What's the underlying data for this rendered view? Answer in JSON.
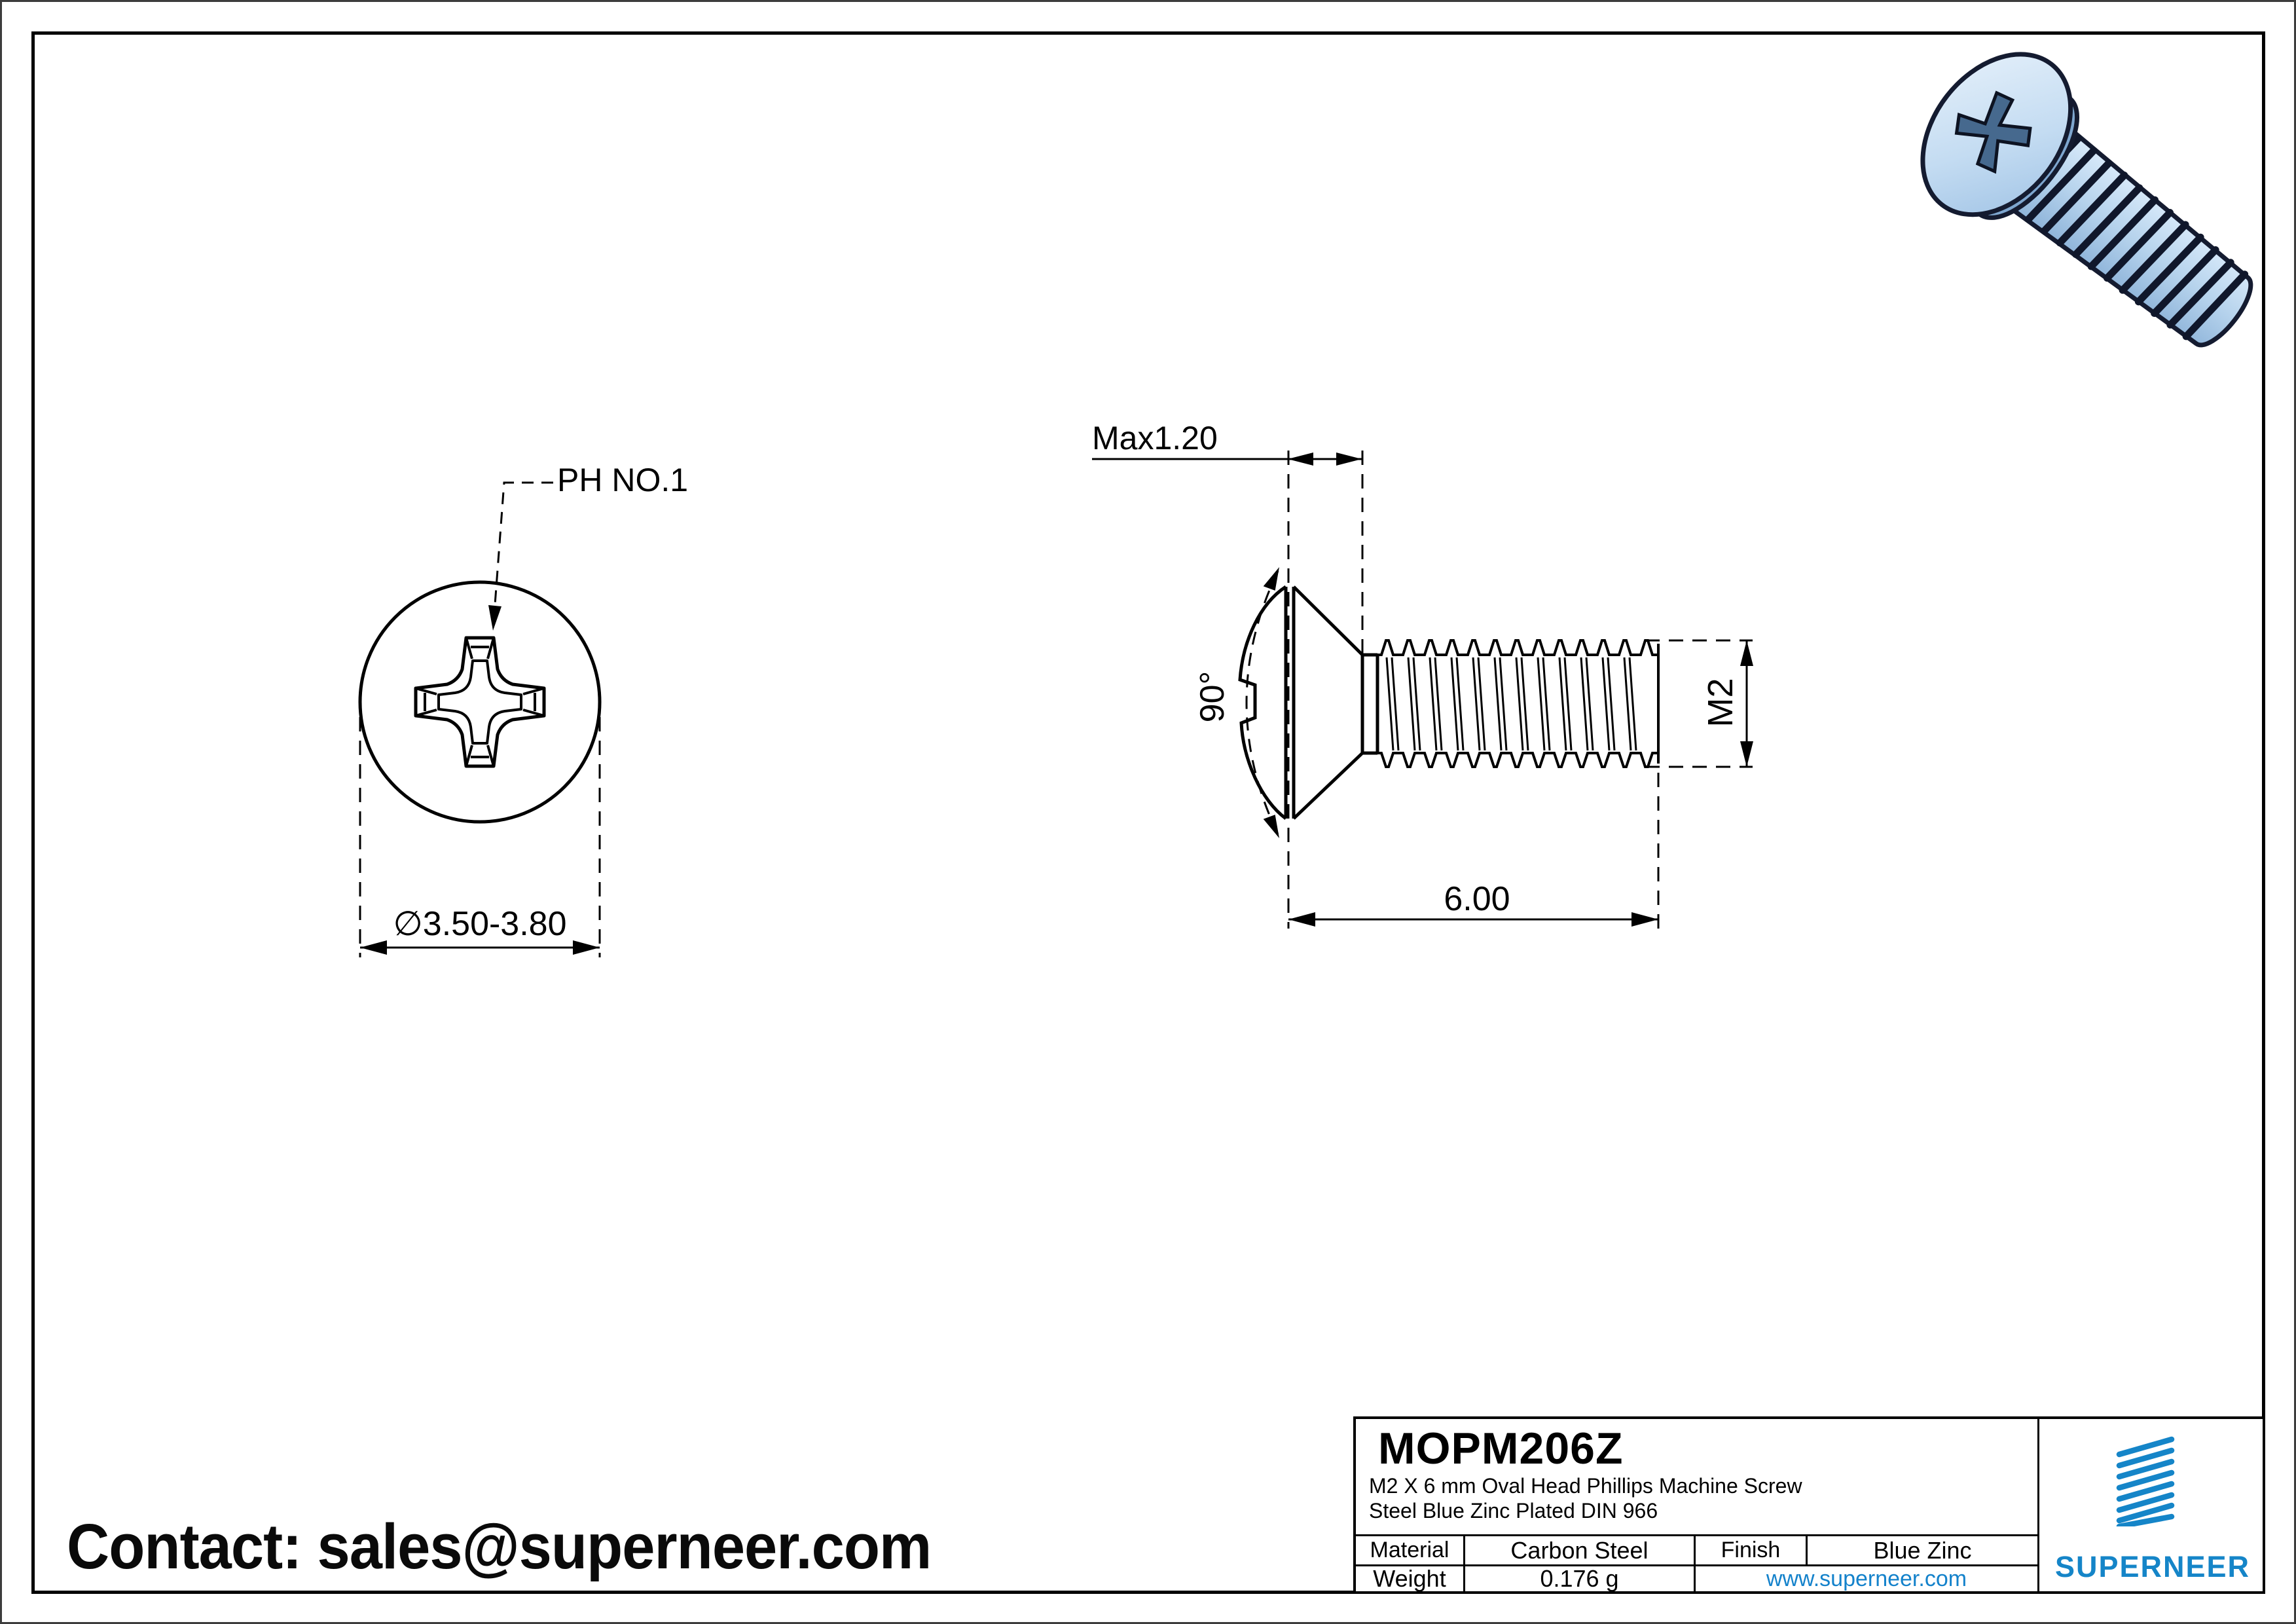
{
  "page": {
    "contact": "Contact: sales@superneer.com"
  },
  "front_view": {
    "callout": "PH NO.1",
    "diameter": "∅3.50-3.80"
  },
  "side_view": {
    "head_height": "Max1.20",
    "angle": "90°",
    "thread": "M2",
    "length": "6.00"
  },
  "title_block": {
    "part_number": "MOPM206Z",
    "description_line1": "M2 X 6 mm  Oval Head Phillips Machine Screw",
    "description_line2": "Steel Blue Zinc Plated DIN 966",
    "material_label": "Material",
    "material_value": "Carbon Steel",
    "finish_label": "Finish",
    "finish_value": "Blue Zinc",
    "weight_label": "Weight",
    "weight_value": "0.176 g",
    "website": "www.superneer.com",
    "brand": "SUPERNEER"
  },
  "colors": {
    "accent": "#1585c8",
    "link": "#1482cb"
  }
}
